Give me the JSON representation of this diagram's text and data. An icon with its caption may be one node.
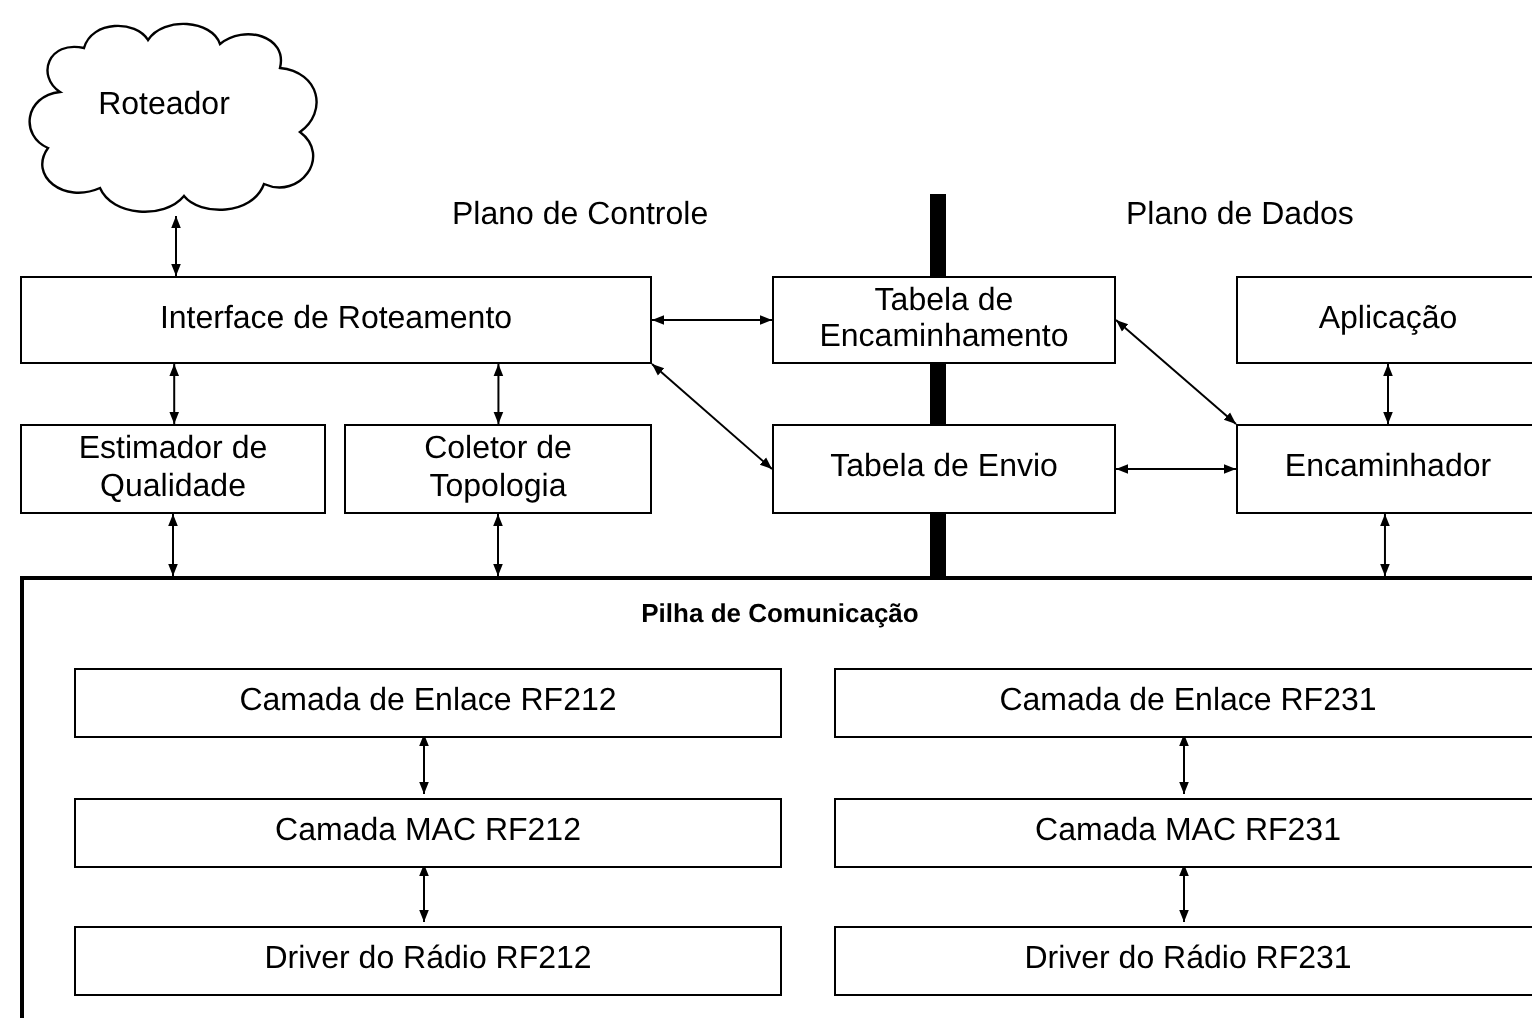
{
  "diagram": {
    "nodes": [
      {
        "text": [
          "Roteador"
        ]
      },
      {
        "text": [
          "Interface de Roteamento"
        ]
      },
      {
        "text": [
          "Tabela de Encaminhamento"
        ]
      },
      {
        "text": [
          "Aplicação"
        ]
      },
      {
        "text": [
          "Estimador de Qualidade"
        ]
      },
      {
        "text": [
          "Coletor de Topologia"
        ]
      },
      {
        "text": [
          "Tabela de Envio"
        ]
      },
      {
        "text": [
          "Encaminhador"
        ]
      },
      {
        "text": [
          "Pilha de Comunicação"
        ]
      },
      {
        "text": [
          "Camada de Enlace RF212"
        ],
        "in": 8
      },
      {
        "text": [
          "Camada de Enlace RF231"
        ],
        "in": 8
      },
      {
        "text": [
          "Camada MAC RF212"
        ],
        "in": 8
      },
      {
        "text": [
          "Camada MAC RF231"
        ],
        "in": 8
      },
      {
        "text": [
          "Driver do Rádio RF212"
        ],
        "in": 8
      },
      {
        "text": [
          "Driver do Rádio RF231"
        ],
        "in": 8
      }
    ],
    "edges": [
      {
        "from": 0,
        "to": 1,
        "arrow": "both"
      },
      {
        "from": 1,
        "to": 2,
        "arrow": "both"
      },
      {
        "from": 1,
        "to": 6,
        "arrow": "both"
      },
      {
        "from": 2,
        "to": 7,
        "arrow": "both"
      },
      {
        "from": 3,
        "to": 7,
        "arrow": "both"
      },
      {
        "from": 1,
        "to": 4,
        "arrow": "both"
      },
      {
        "from": 1,
        "to": 5,
        "arrow": "both"
      },
      {
        "from": 6,
        "to": 7,
        "arrow": "both"
      },
      {
        "from": 4,
        "to": 8,
        "arrow": "both"
      },
      {
        "from": 5,
        "to": 8,
        "arrow": "both"
      },
      {
        "from": 7,
        "to": 8,
        "arrow": "both"
      },
      {
        "from": 9,
        "to": 11,
        "arrow": "both"
      },
      {
        "from": 11,
        "to": 13,
        "arrow": "both"
      },
      {
        "from": 10,
        "to": 12,
        "arrow": "both"
      },
      {
        "from": 12,
        "to": 14,
        "arrow": "both"
      }
    ],
    "labels": [
      "Plano de Controle",
      "Plano de Dados"
    ]
  }
}
